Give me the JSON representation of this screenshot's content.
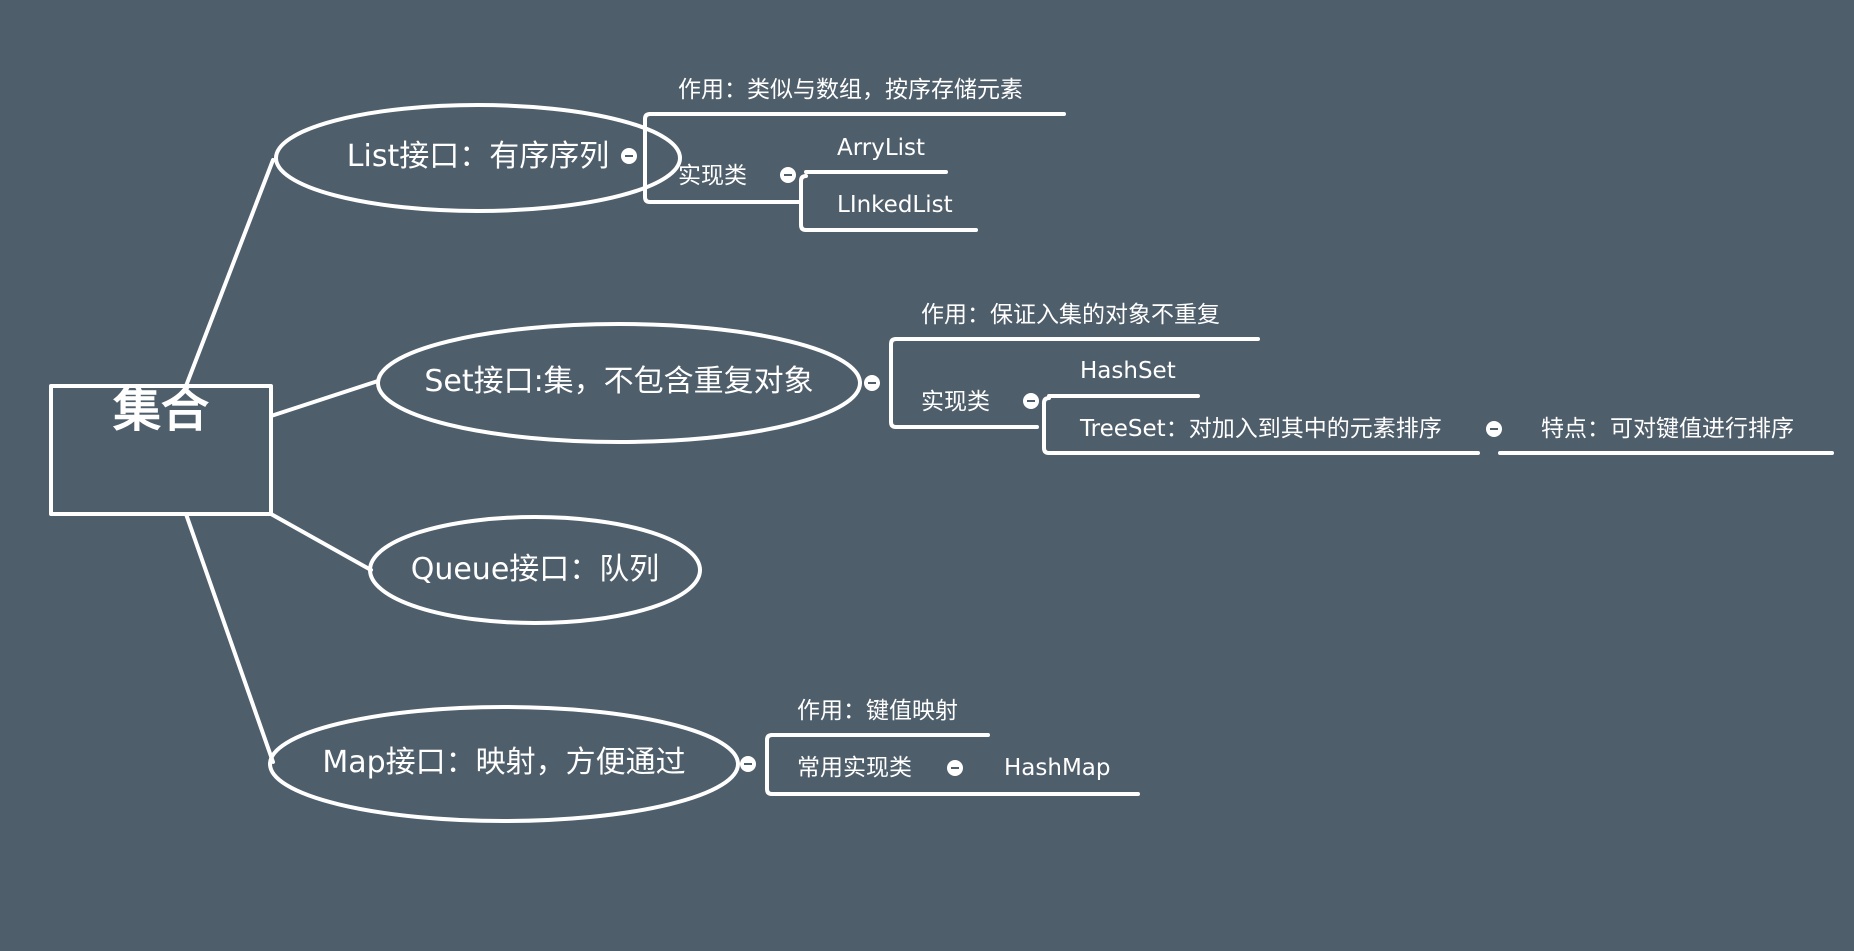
{
  "colors": {
    "background": "#4f5e6b",
    "line": "#ffffff",
    "text": "#ffffff"
  },
  "root": {
    "label": "集合"
  },
  "list": {
    "label": "List接口：有序序列",
    "purpose": "作用：类似与数组，按序存储元素",
    "impl_label": "实现类",
    "impl_items": [
      "ArryList",
      "LInkedList"
    ]
  },
  "set": {
    "label": "Set接口:集，不包含重复对象",
    "purpose": "作用：保证入集的对象不重复",
    "impl_label": "实现类",
    "impl_items": [
      "HashSet",
      "TreeSet：对加入到其中的元素排序"
    ],
    "treeset_feature": "特点：可对键值进行排序"
  },
  "queue": {
    "label": "Queue接口：队列"
  },
  "map": {
    "label": "Map接口：映射，方便通过",
    "purpose": "作用：键值映射",
    "impl_label": "常用实现类",
    "impl_items": [
      "HashMap"
    ]
  },
  "icons": {
    "collapse": "collapse-minus-icon"
  }
}
